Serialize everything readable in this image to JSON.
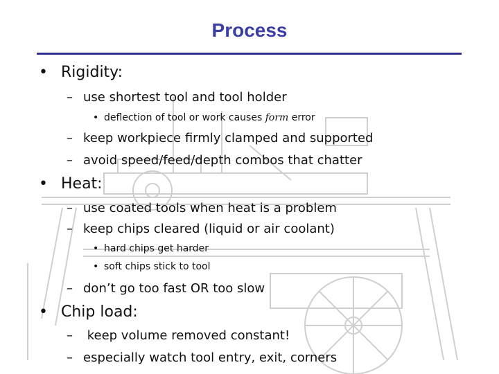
{
  "title": "Process",
  "sections": [
    {
      "bullet": "•",
      "heading": "Rigidity:",
      "items": [
        {
          "dash": "–",
          "text": "use shortest tool and tool holder"
        },
        {
          "dot": "•",
          "text_before": "deflection of tool or work causes ",
          "text_em": "form",
          "text_after": " error"
        },
        {
          "dash": "–",
          "text": "keep workpiece firmly clamped and supported"
        },
        {
          "dash": "–",
          "text": "avoid speed/feed/depth combos that chatter"
        }
      ]
    },
    {
      "bullet": "•",
      "heading": "Heat:",
      "items": [
        {
          "dash": "–",
          "text": "use coated tools when heat is a problem"
        },
        {
          "dash": "–",
          "text": "keep chips cleared (liquid or air coolant)"
        },
        {
          "dot": "•",
          "text": "hard chips get harder"
        },
        {
          "dot": "•",
          "text": "soft chips stick to tool"
        },
        {
          "dash": "–",
          "text": "don’t go too fast OR too slow"
        }
      ]
    },
    {
      "bullet": "•",
      "heading": "Chip load:",
      "items": [
        {
          "dash": "–",
          "text": " keep volume removed constant!"
        },
        {
          "dash": "–",
          "text": "especially watch tool entry, exit, corners"
        }
      ]
    }
  ],
  "colors": {
    "title": "#3a3da3",
    "rule": "#2f2f8f",
    "text": "#111111",
    "drawing": "#c8c8c8"
  }
}
